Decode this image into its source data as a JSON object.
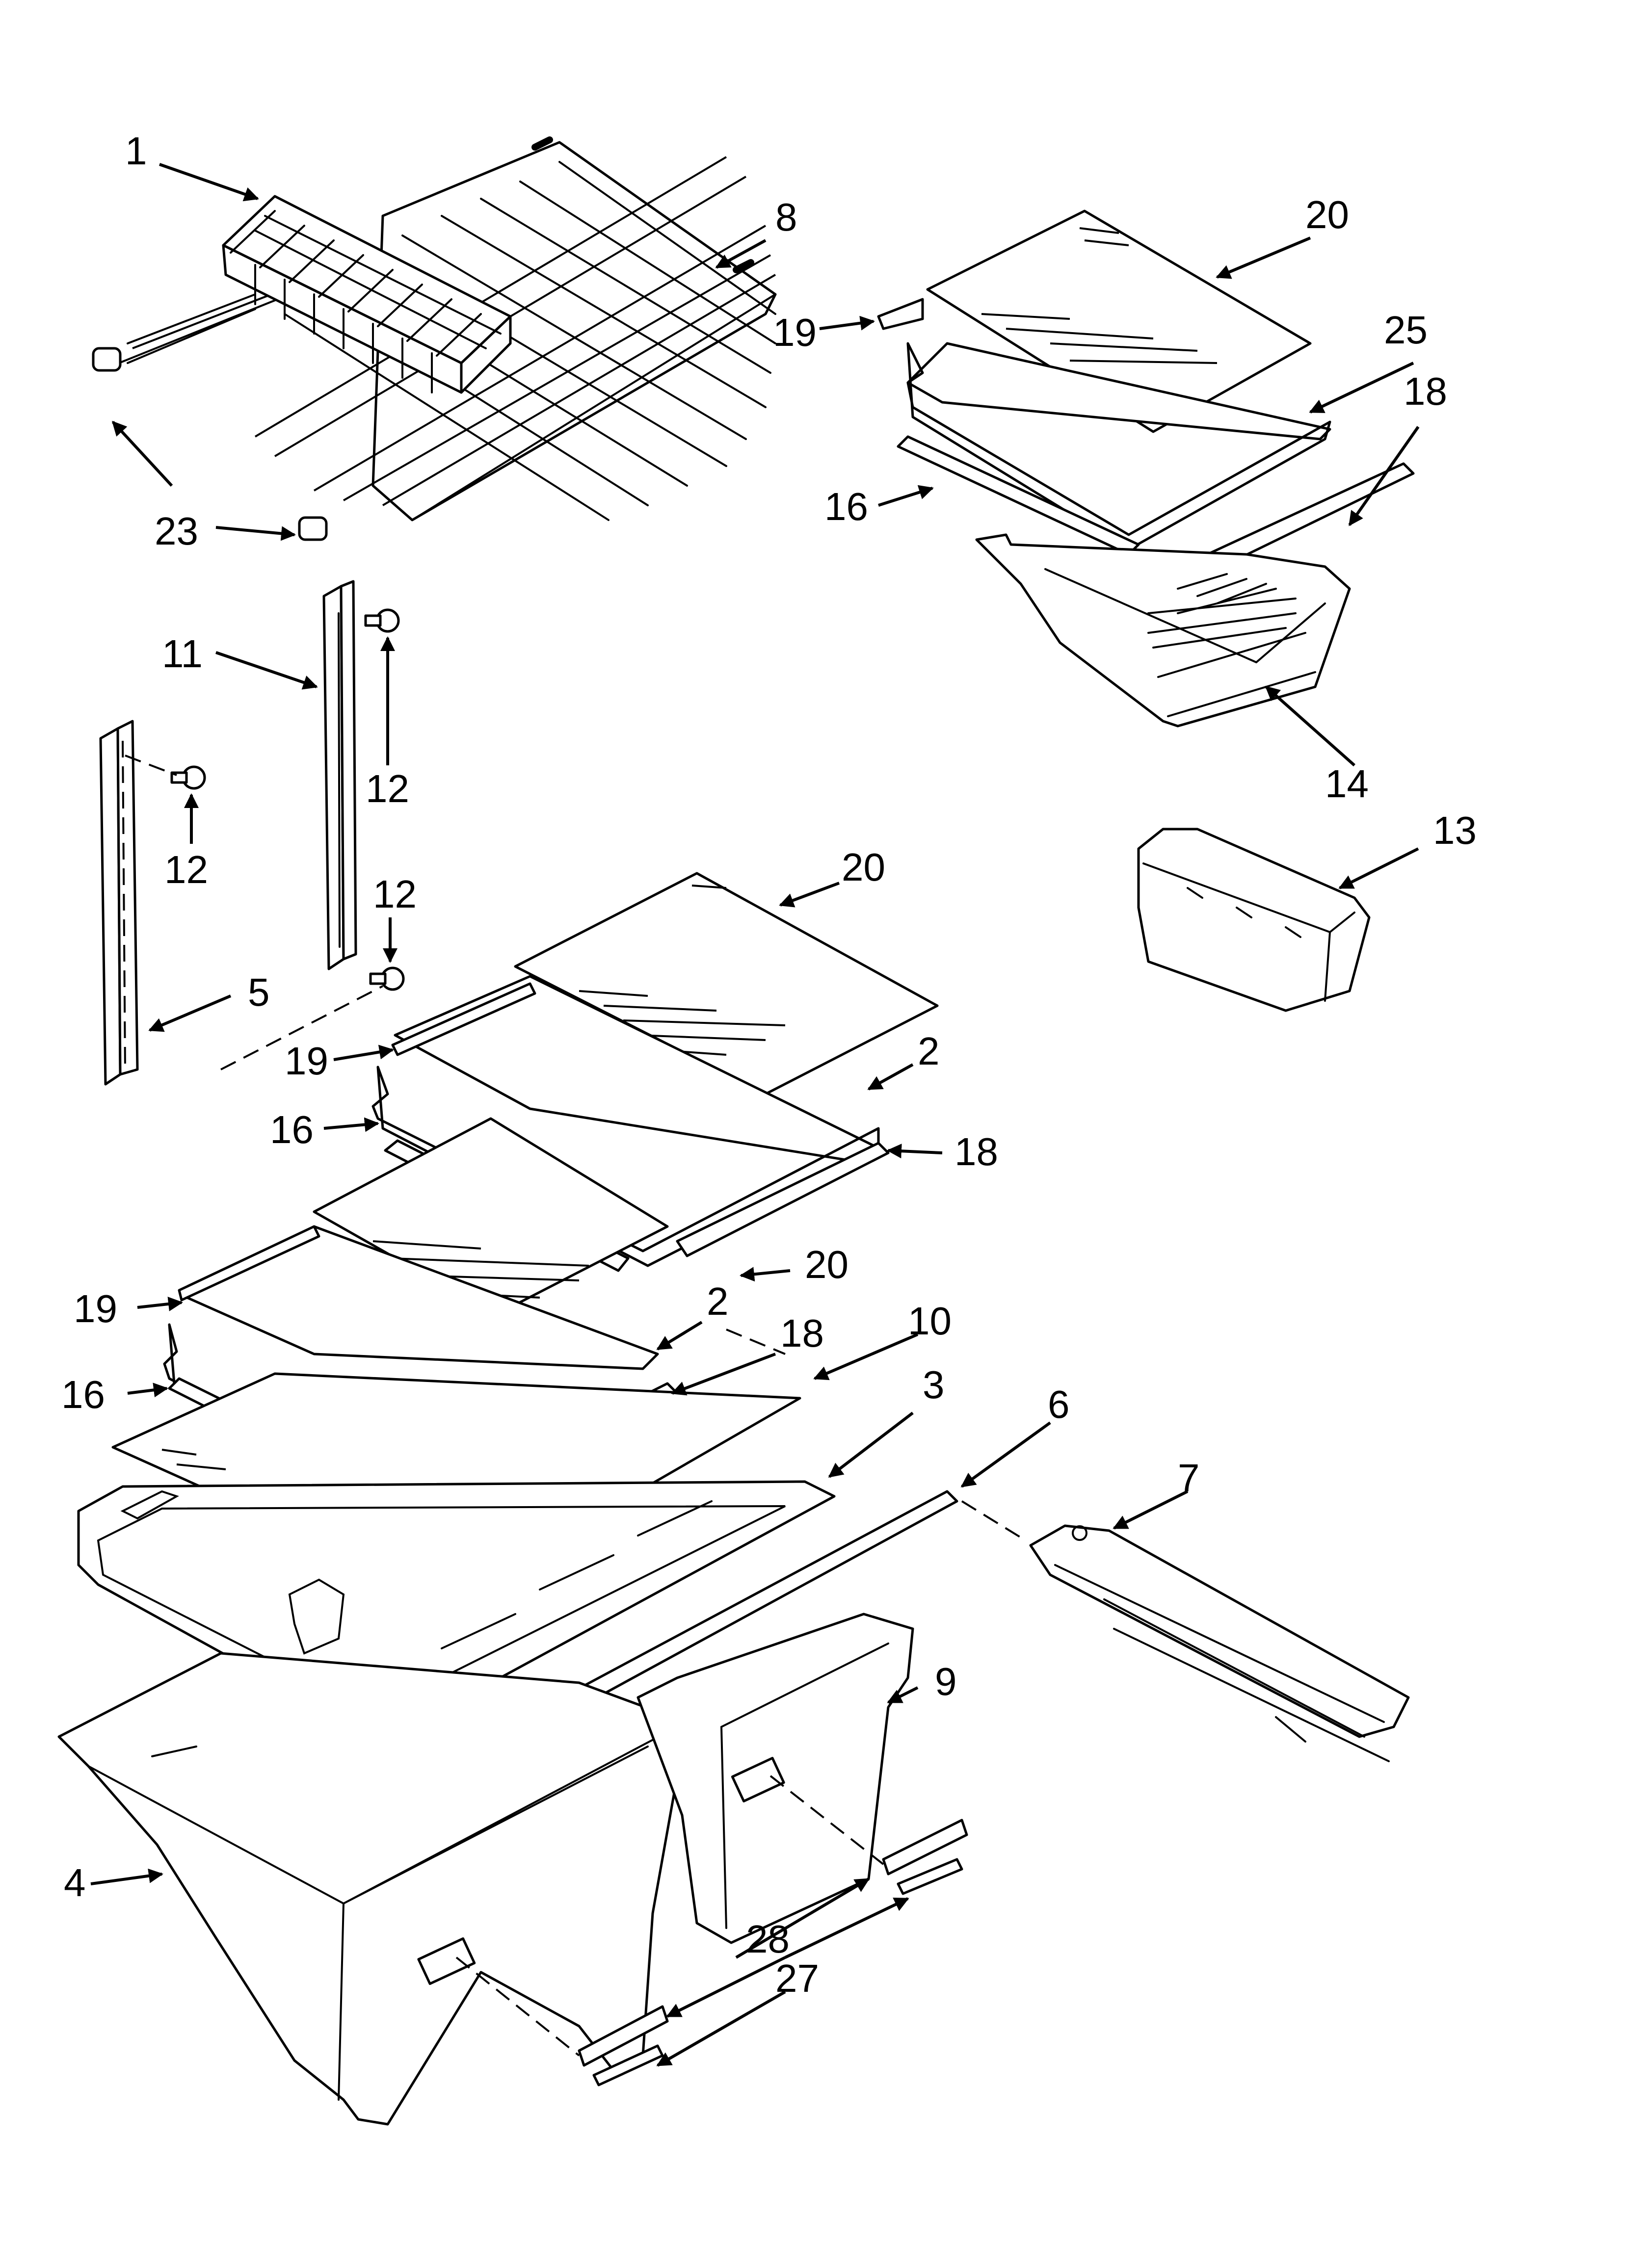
{
  "callouts": [
    {
      "id": "c1",
      "label": "1"
    },
    {
      "id": "c8",
      "label": "8"
    },
    {
      "id": "c23",
      "label": "23"
    },
    {
      "id": "c11",
      "label": "11"
    },
    {
      "id": "c12a",
      "label": "12"
    },
    {
      "id": "c12b",
      "label": "12"
    },
    {
      "id": "c12c",
      "label": "12"
    },
    {
      "id": "c5",
      "label": "5"
    },
    {
      "id": "c20a",
      "label": "20"
    },
    {
      "id": "c19a",
      "label": "19"
    },
    {
      "id": "c25",
      "label": "25"
    },
    {
      "id": "c18a",
      "label": "18"
    },
    {
      "id": "c16a",
      "label": "16"
    },
    {
      "id": "c14",
      "label": "14"
    },
    {
      "id": "c13",
      "label": "13"
    },
    {
      "id": "c20b",
      "label": "20"
    },
    {
      "id": "c19b",
      "label": "19"
    },
    {
      "id": "c2a",
      "label": "2"
    },
    {
      "id": "c16b",
      "label": "16"
    },
    {
      "id": "c18b",
      "label": "18"
    },
    {
      "id": "c20c",
      "label": "20"
    },
    {
      "id": "c19c",
      "label": "19"
    },
    {
      "id": "c2b",
      "label": "2"
    },
    {
      "id": "c18c",
      "label": "18"
    },
    {
      "id": "c10",
      "label": "10"
    },
    {
      "id": "c16c",
      "label": "16"
    },
    {
      "id": "c3",
      "label": "3"
    },
    {
      "id": "c6",
      "label": "6"
    },
    {
      "id": "c7",
      "label": "7"
    },
    {
      "id": "c9",
      "label": "9"
    },
    {
      "id": "c4",
      "label": "4"
    },
    {
      "id": "c28",
      "label": "28"
    },
    {
      "id": "c27",
      "label": "27"
    }
  ]
}
